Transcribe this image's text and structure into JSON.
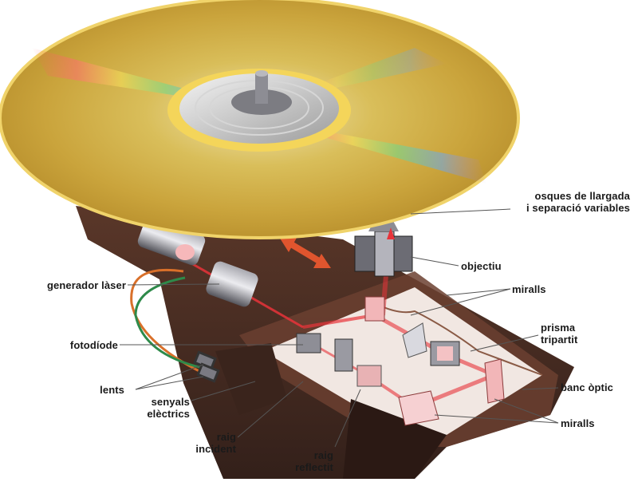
{
  "labels": {
    "osques_line1": "osques de llargada",
    "osques_line2": "i separació variables",
    "objectiu": "objectiu",
    "miralls_top": "miralls",
    "prisma_line1": "prisma",
    "prisma_line2": "tripartit",
    "banc_optic": "banc òptic",
    "miralls_bottom": "miralls",
    "generador_laser": "generador làser",
    "fotodiode": "fotodíode",
    "lents": "lents",
    "senyals_line1": "senyals",
    "senyals_line2": "elèctrics",
    "raig_incident_line1": "raig",
    "raig_incident_line2": "incident",
    "raig_reflectit_line1": "raig",
    "raig_reflectit_line2": "reflectit"
  },
  "colors": {
    "disc_gold": "#d8b84a",
    "disc_rim": "#f3d65a",
    "hub_silver": "#c9c9c9",
    "bench_brown": "#4a2c22",
    "laser_red": "#e8333a",
    "arrow_red": "#e0552e",
    "wire_orange": "#d9702a",
    "wire_green": "#2e8a4a"
  }
}
